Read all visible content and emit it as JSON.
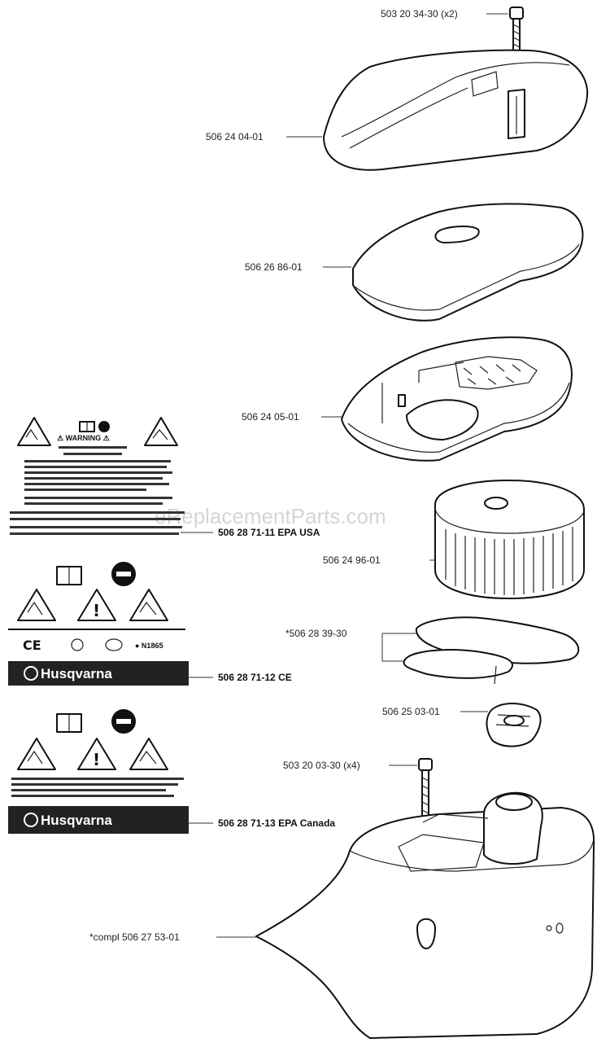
{
  "watermark": "eReplacementParts.com",
  "parts": [
    {
      "id": "screw-top",
      "label": "503 20 34-30 (x2)"
    },
    {
      "id": "cover",
      "label": "506 24 04-01"
    },
    {
      "id": "filter-cover",
      "label": "506 26 86-01"
    },
    {
      "id": "filter-holder",
      "label": "506 24 05-01"
    },
    {
      "id": "decal-usa",
      "label": "506 28 71-11 EPA USA"
    },
    {
      "id": "air-filter",
      "label": "506 24 96-01"
    },
    {
      "id": "gasket",
      "label": "*506 28 39-30"
    },
    {
      "id": "grommet",
      "label": "506 25 03-01"
    },
    {
      "id": "screw-bottom",
      "label": "503 20 03-30 (x4)"
    },
    {
      "id": "decal-ce",
      "label": "506 28 71-12 CE"
    },
    {
      "id": "decal-canada",
      "label": "506 28 71-13 EPA Canada"
    },
    {
      "id": "housing",
      "label": "*compl 506 27 53-01"
    }
  ],
  "decals": {
    "warning_title": "⚠ WARNING ⚠",
    "brand": "Husqvarna",
    "ce_mark": "CE",
    "cert_code": "● N1865"
  }
}
